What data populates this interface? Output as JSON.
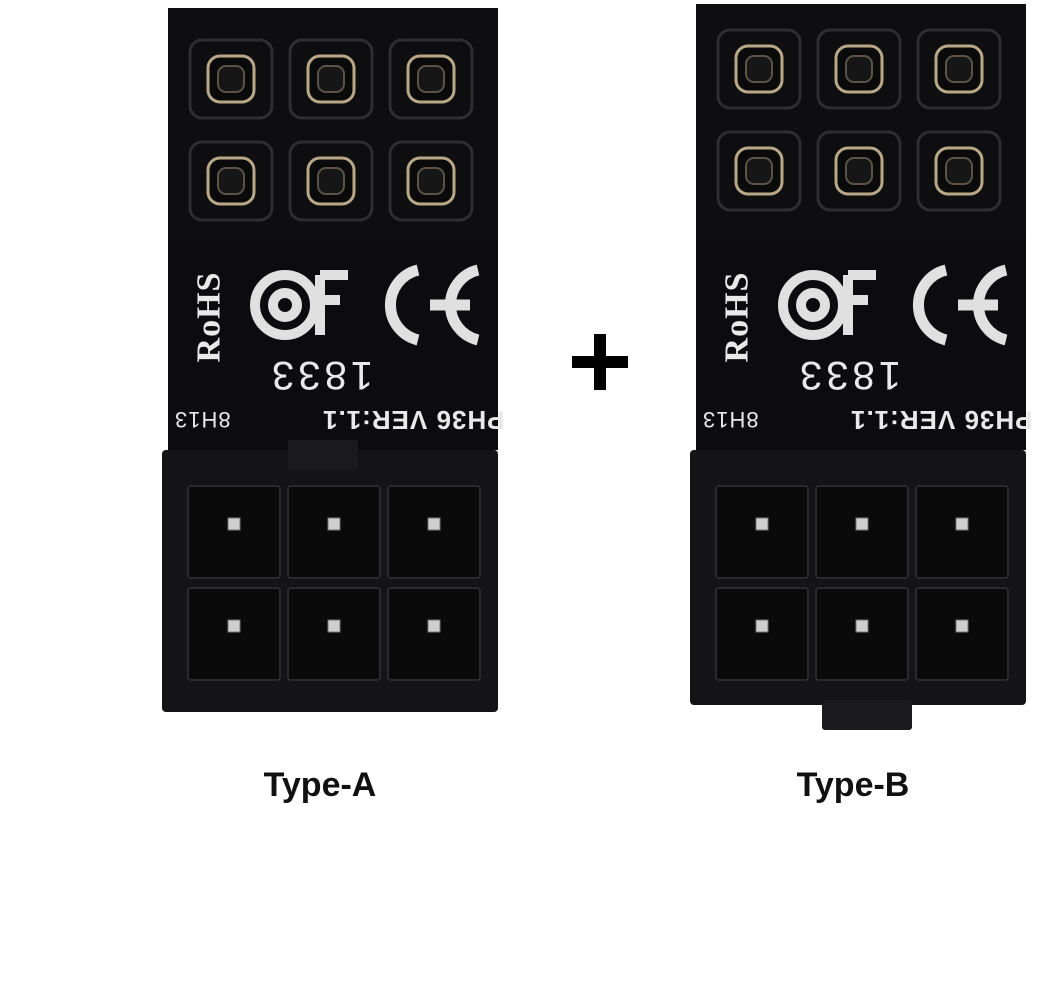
{
  "adapters": [
    {
      "id": "a",
      "caption": "Type-A",
      "pcb": {
        "rohs": "RoHS",
        "date_code": "1833",
        "model": "PH36 VER:1.1",
        "lot": "8H13"
      }
    },
    {
      "id": "b",
      "caption": "Type-B",
      "pcb": {
        "rohs": "RoHS",
        "date_code": "1833",
        "model": "PH36 VER:1.1",
        "lot": "8H13"
      }
    }
  ],
  "separator": "+",
  "colors": {
    "pcb": "#0d0d0f",
    "connector": "#151517",
    "silkscreen": "#e9e9e9",
    "pin": "#cfcfcf"
  }
}
